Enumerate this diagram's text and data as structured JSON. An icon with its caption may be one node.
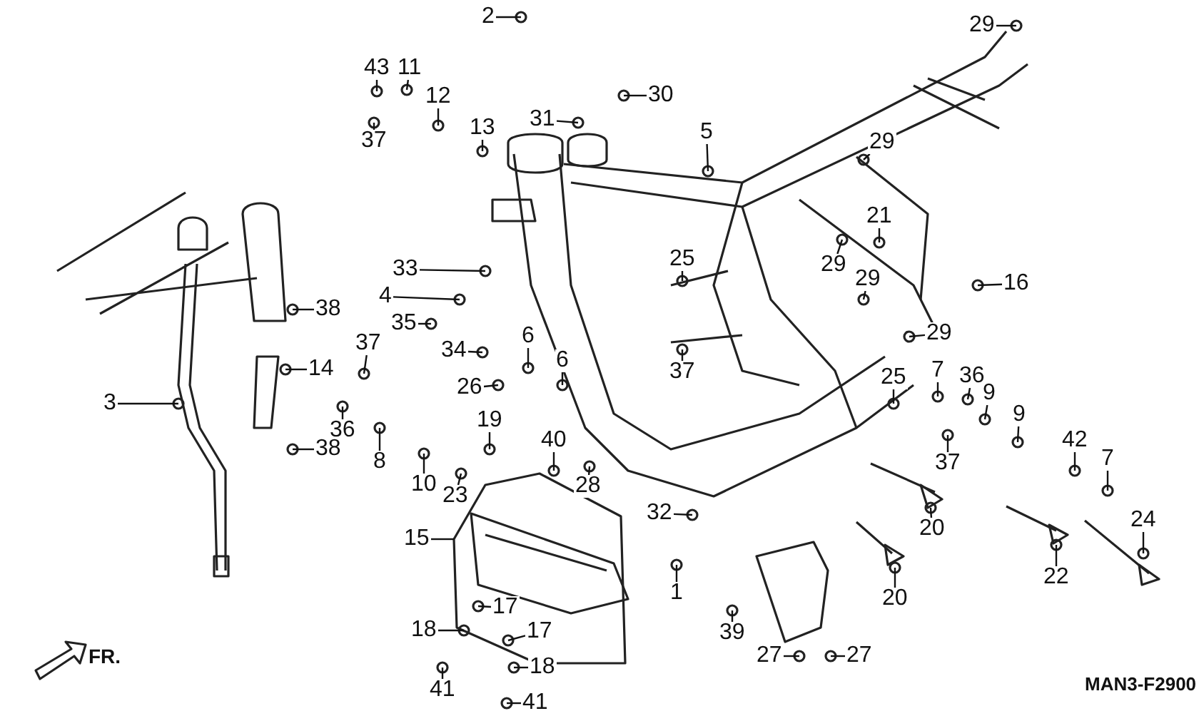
{
  "diagram": {
    "nodes": [
      {
        "text": [
          "2"
        ]
      },
      {
        "text": [
          "29"
        ]
      },
      {
        "text": [
          "43"
        ]
      },
      {
        "text": [
          "11"
        ]
      },
      {
        "text": [
          "12"
        ]
      },
      {
        "text": [
          "30"
        ]
      },
      {
        "text": [
          "13"
        ]
      },
      {
        "text": [
          "5"
        ]
      },
      {
        "text": [
          "31"
        ]
      },
      {
        "text": [
          "37"
        ]
      },
      {
        "text": [
          "29"
        ]
      },
      {
        "text": [
          "21"
        ]
      },
      {
        "text": [
          "33"
        ]
      },
      {
        "text": [
          "25"
        ]
      },
      {
        "text": [
          "29"
        ]
      },
      {
        "text": [
          "29"
        ]
      },
      {
        "text": [
          "16"
        ]
      },
      {
        "text": [
          "4"
        ]
      },
      {
        "text": [
          "38"
        ]
      },
      {
        "text": [
          "35"
        ]
      },
      {
        "text": [
          "29"
        ]
      },
      {
        "text": [
          "6"
        ]
      },
      {
        "text": [
          "37"
        ]
      },
      {
        "text": [
          "34"
        ]
      },
      {
        "text": [
          "14"
        ]
      },
      {
        "text": [
          "6"
        ]
      },
      {
        "text": [
          "37"
        ]
      },
      {
        "text": [
          "25"
        ]
      },
      {
        "text": [
          "7"
        ]
      },
      {
        "text": [
          "36"
        ]
      },
      {
        "text": [
          "26"
        ]
      },
      {
        "text": [
          "3"
        ]
      },
      {
        "text": [
          "9"
        ]
      },
      {
        "text": [
          "9"
        ]
      },
      {
        "text": [
          "19"
        ]
      },
      {
        "text": [
          "36"
        ]
      },
      {
        "text": [
          "42"
        ]
      },
      {
        "text": [
          "7"
        ]
      },
      {
        "text": [
          "40"
        ]
      },
      {
        "text": [
          "38"
        ]
      },
      {
        "text": [
          "37"
        ]
      },
      {
        "text": [
          "8"
        ]
      },
      {
        "text": [
          "28"
        ]
      },
      {
        "text": [
          "10"
        ]
      },
      {
        "text": [
          "23"
        ]
      },
      {
        "text": [
          "24"
        ]
      },
      {
        "text": [
          "20"
        ]
      },
      {
        "text": [
          "32"
        ]
      },
      {
        "text": [
          "15"
        ]
      },
      {
        "text": [
          "1"
        ]
      },
      {
        "text": [
          "20"
        ]
      },
      {
        "text": [
          "22"
        ]
      },
      {
        "text": [
          "17"
        ]
      },
      {
        "text": [
          "39"
        ]
      },
      {
        "text": [
          "18"
        ]
      },
      {
        "text": [
          "17"
        ]
      },
      {
        "text": [
          "27"
        ]
      },
      {
        "text": [
          "27"
        ]
      },
      {
        "text": [
          "18"
        ]
      },
      {
        "text": [
          "41"
        ]
      },
      {
        "text": [
          "41"
        ]
      }
    ],
    "edges": [
      {
        "from": 0,
        "to": null,
        "arrow": "none"
      },
      {
        "from": 1,
        "to": null,
        "arrow": "none"
      },
      {
        "from": 2,
        "to": null,
        "arrow": "none"
      },
      {
        "from": 3,
        "to": null,
        "arrow": "none"
      },
      {
        "from": 4,
        "to": null,
        "arrow": "none"
      },
      {
        "from": 5,
        "to": null,
        "arrow": "none"
      },
      {
        "from": 6,
        "to": null,
        "arrow": "none"
      },
      {
        "from": 7,
        "to": null,
        "arrow": "none"
      },
      {
        "from": 8,
        "to": null,
        "arrow": "none"
      },
      {
        "from": 9,
        "to": null,
        "arrow": "none"
      },
      {
        "from": 10,
        "to": null,
        "arrow": "none"
      },
      {
        "from": 11,
        "to": null,
        "arrow": "none"
      },
      {
        "from": 12,
        "to": null,
        "arrow": "none"
      },
      {
        "from": 13,
        "to": null,
        "arrow": "none"
      },
      {
        "from": 14,
        "to": null,
        "arrow": "none"
      },
      {
        "from": 15,
        "to": null,
        "arrow": "none"
      },
      {
        "from": 16,
        "to": null,
        "arrow": "none"
      },
      {
        "from": 17,
        "to": null,
        "arrow": "none"
      },
      {
        "from": 18,
        "to": null,
        "arrow": "none"
      },
      {
        "from": 19,
        "to": null,
        "arrow": "none"
      },
      {
        "from": 20,
        "to": null,
        "arrow": "none"
      },
      {
        "from": 21,
        "to": null,
        "arrow": "none"
      },
      {
        "from": 22,
        "to": null,
        "arrow": "none"
      },
      {
        "from": 23,
        "to": null,
        "arrow": "none"
      },
      {
        "from": 24,
        "to": null,
        "arrow": "none"
      },
      {
        "from": 25,
        "to": null,
        "arrow": "none"
      },
      {
        "from": 26,
        "to": null,
        "arrow": "none"
      },
      {
        "from": 27,
        "to": null,
        "arrow": "none"
      },
      {
        "from": 28,
        "to": null,
        "arrow": "none"
      },
      {
        "from": 29,
        "to": null,
        "arrow": "none"
      },
      {
        "from": 30,
        "to": null,
        "arrow": "none"
      },
      {
        "from": 31,
        "to": null,
        "arrow": "none"
      },
      {
        "from": 32,
        "to": null,
        "arrow": "none"
      },
      {
        "from": 33,
        "to": null,
        "arrow": "none"
      },
      {
        "from": 34,
        "to": null,
        "arrow": "none"
      },
      {
        "from": 35,
        "to": null,
        "arrow": "none"
      },
      {
        "from": 36,
        "to": null,
        "arrow": "none"
      },
      {
        "from": 37,
        "to": null,
        "arrow": "none"
      },
      {
        "from": 38,
        "to": null,
        "arrow": "none"
      },
      {
        "from": 39,
        "to": null,
        "arrow": "none"
      },
      {
        "from": 40,
        "to": null,
        "arrow": "none"
      },
      {
        "from": 41,
        "to": null,
        "arrow": "none"
      },
      {
        "from": 42,
        "to": null,
        "arrow": "none"
      },
      {
        "from": 43,
        "to": null,
        "arrow": "none"
      },
      {
        "from": 44,
        "to": null,
        "arrow": "none"
      },
      {
        "from": 45,
        "to": null,
        "arrow": "none"
      },
      {
        "from": 46,
        "to": null,
        "arrow": "none"
      },
      {
        "from": 47,
        "to": null,
        "arrow": "none"
      },
      {
        "from": 48,
        "to": null,
        "arrow": "none"
      },
      {
        "from": 49,
        "to": null,
        "arrow": "none"
      },
      {
        "from": 50,
        "to": null,
        "arrow": "none"
      },
      {
        "from": 51,
        "to": null,
        "arrow": "none"
      },
      {
        "from": 52,
        "to": null,
        "arrow": "none"
      },
      {
        "from": 53,
        "to": null,
        "arrow": "none"
      },
      {
        "from": 54,
        "to": null,
        "arrow": "none"
      },
      {
        "from": 55,
        "to": null,
        "arrow": "none"
      },
      {
        "from": 56,
        "to": null,
        "arrow": "none"
      },
      {
        "from": 57,
        "to": null,
        "arrow": "none"
      },
      {
        "from": 58,
        "to": null,
        "arrow": "none"
      },
      {
        "from": 59,
        "to": null,
        "arrow": "none"
      },
      {
        "from": 60,
        "to": null,
        "arrow": "none"
      }
    ],
    "labels": [
      "FR.",
      "MAN3-F2900"
    ]
  }
}
